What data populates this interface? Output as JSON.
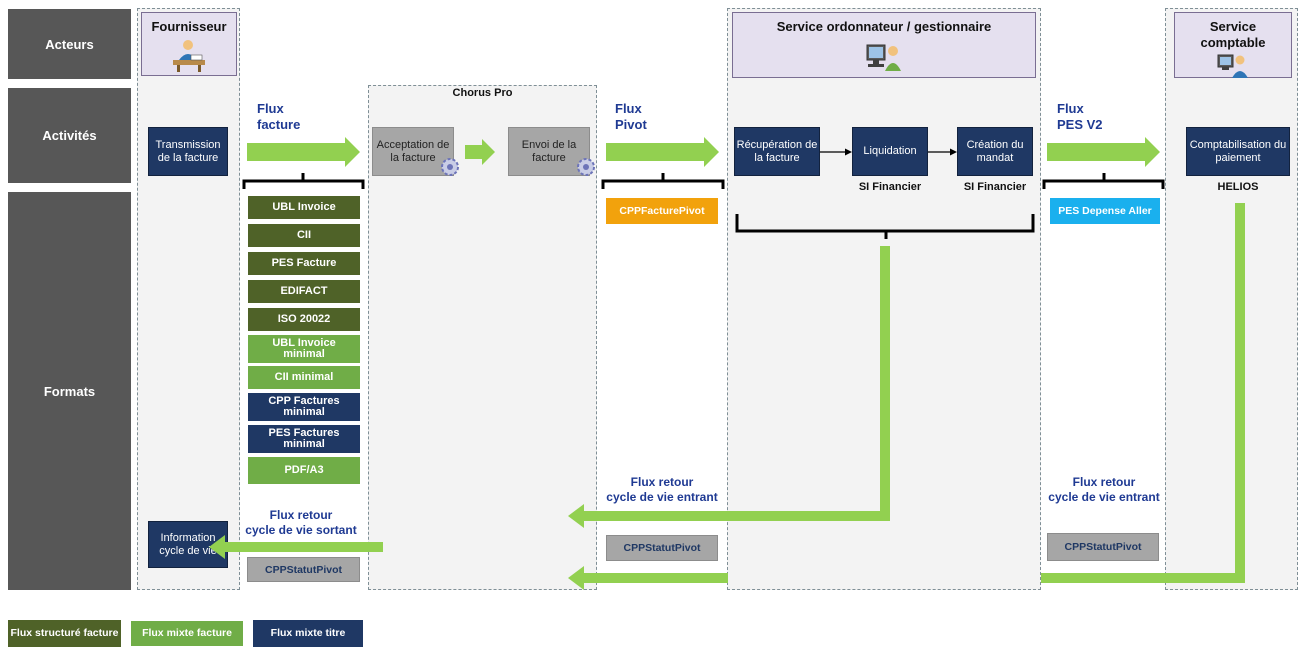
{
  "rows": {
    "actors": "Acteurs",
    "activities": "Activités",
    "formats": "Formats"
  },
  "actors": {
    "fournisseur": "Fournisseur",
    "ordonnateur": "Service ordonnateur / gestionnaire",
    "comptable": "Service comptable"
  },
  "chorus_pro": "Chorus Pro",
  "activities": {
    "transmission": "Transmission de la facture",
    "acceptation": "Acceptation de la facture",
    "envoi": "Envoi de la facture",
    "recuperation": "Récupération de la facture",
    "liquidation": "Liquidation",
    "creation": "Création du mandat",
    "comptabilisation": "Comptabilisation du paiement",
    "information": "Information cycle de vie"
  },
  "flux": {
    "facture_1": "Flux",
    "facture_2": "facture",
    "pivot_1": "Flux",
    "pivot_2": "Pivot",
    "pes_1": "Flux",
    "pes_2": "PES V2",
    "retour_sortant_1": "Flux retour",
    "retour_sortant_2": "cycle de vie sortant",
    "retour_entrant_a_1": "Flux retour",
    "retour_entrant_a_2": "cycle de vie entrant",
    "retour_entrant_b_1": "Flux retour",
    "retour_entrant_b_2": "cycle de vie entrant"
  },
  "systems": {
    "si_1": "SI Financier",
    "si_2": "SI Financier",
    "helios": "HELIOS"
  },
  "formats": [
    {
      "label": "UBL Invoice",
      "kind": "structured"
    },
    {
      "label": "CII",
      "kind": "structured"
    },
    {
      "label": "PES Facture",
      "kind": "structured"
    },
    {
      "label": "EDIFACT",
      "kind": "structured"
    },
    {
      "label": "ISO 20022",
      "kind": "structured"
    },
    {
      "label": "UBL Invoice minimal",
      "kind": "mixed_invoice"
    },
    {
      "label": "CII minimal",
      "kind": "mixed_invoice"
    },
    {
      "label": "CPP Factures minimal",
      "kind": "mixed_title"
    },
    {
      "label": "PES Factures minimal",
      "kind": "mixed_title"
    },
    {
      "label": "PDF/A3",
      "kind": "mixed_invoice"
    }
  ],
  "badges": {
    "cpp_facture_pivot": "CPPFacturePivot",
    "pes_depense": "PES Depense Aller",
    "statut_1": "CPPStatutPivot",
    "statut_2": "CPPStatutPivot",
    "statut_3": "CPPStatutPivot"
  },
  "legend": {
    "structured": "Flux structuré facture",
    "mixed_invoice": "Flux mixte facture",
    "mixed_title": "Flux mixte titre"
  },
  "colors": {
    "structured": "#4f6228",
    "mixed_invoice": "#70ad47",
    "mixed_title": "#1f3864",
    "arrow": "#92d050",
    "orange": "#f2a20c",
    "cyan": "#1ab0ee",
    "gray": "#a6a6a6"
  },
  "icons": [
    "desk-person-icon",
    "computer-user-icon",
    "gear-icon"
  ]
}
